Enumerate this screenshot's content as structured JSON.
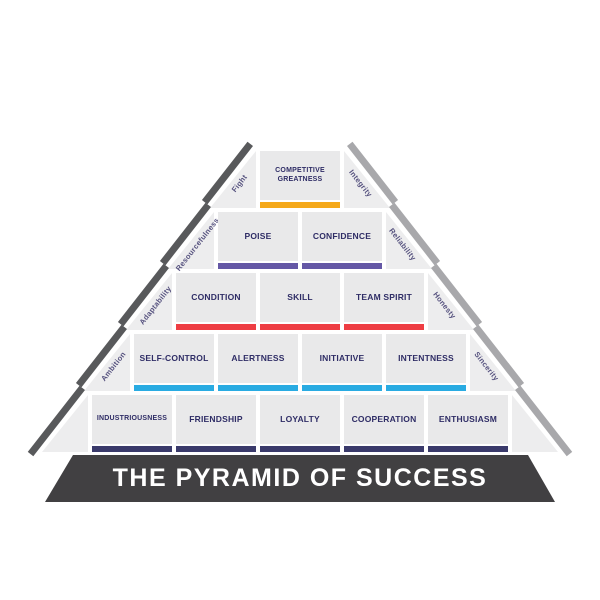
{
  "title_banner": {
    "text": "THE PYRAMID OF SUCCESS",
    "bg_color": "#414042",
    "text_color": "#ffffff"
  },
  "pyramid": {
    "block_bg": "#e9e9ea",
    "block_text_color": "#2f2d66",
    "filler_bg": "#ededee",
    "left_bar_color": "#58595b",
    "right_bar_color": "#a8a8ab",
    "side_label_color": "#55517e",
    "rows": [
      {
        "blocks": [
          "COMPETITIVE GREATNESS"
        ],
        "underline_color": "#f5a91a",
        "left_side_label": "Fight",
        "right_side_label": "Integrity"
      },
      {
        "blocks": [
          "POISE",
          "CONFIDENCE"
        ],
        "underline_color": "#6457a5",
        "left_side_label": "Resourcefulness",
        "right_side_label": "Reliability"
      },
      {
        "blocks": [
          "CONDITION",
          "SKILL",
          "TEAM SPIRIT"
        ],
        "underline_color": "#ee3d43",
        "left_side_label": "Adaptability",
        "right_side_label": "Honesty"
      },
      {
        "blocks": [
          "SELF-CONTROL",
          "ALERTNESS",
          "INITIATIVE",
          "INTENTNESS"
        ],
        "underline_color": "#29abe2",
        "left_side_label": "Ambition",
        "right_side_label": "Sincerity"
      },
      {
        "blocks": [
          "INDUSTRIOUSNESS",
          "FRIENDSHIP",
          "LOYALTY",
          "COOPERATION",
          "ENTHUSIASM"
        ],
        "underline_color": "#3a3a6b",
        "left_side_label": "",
        "right_side_label": ""
      }
    ]
  }
}
